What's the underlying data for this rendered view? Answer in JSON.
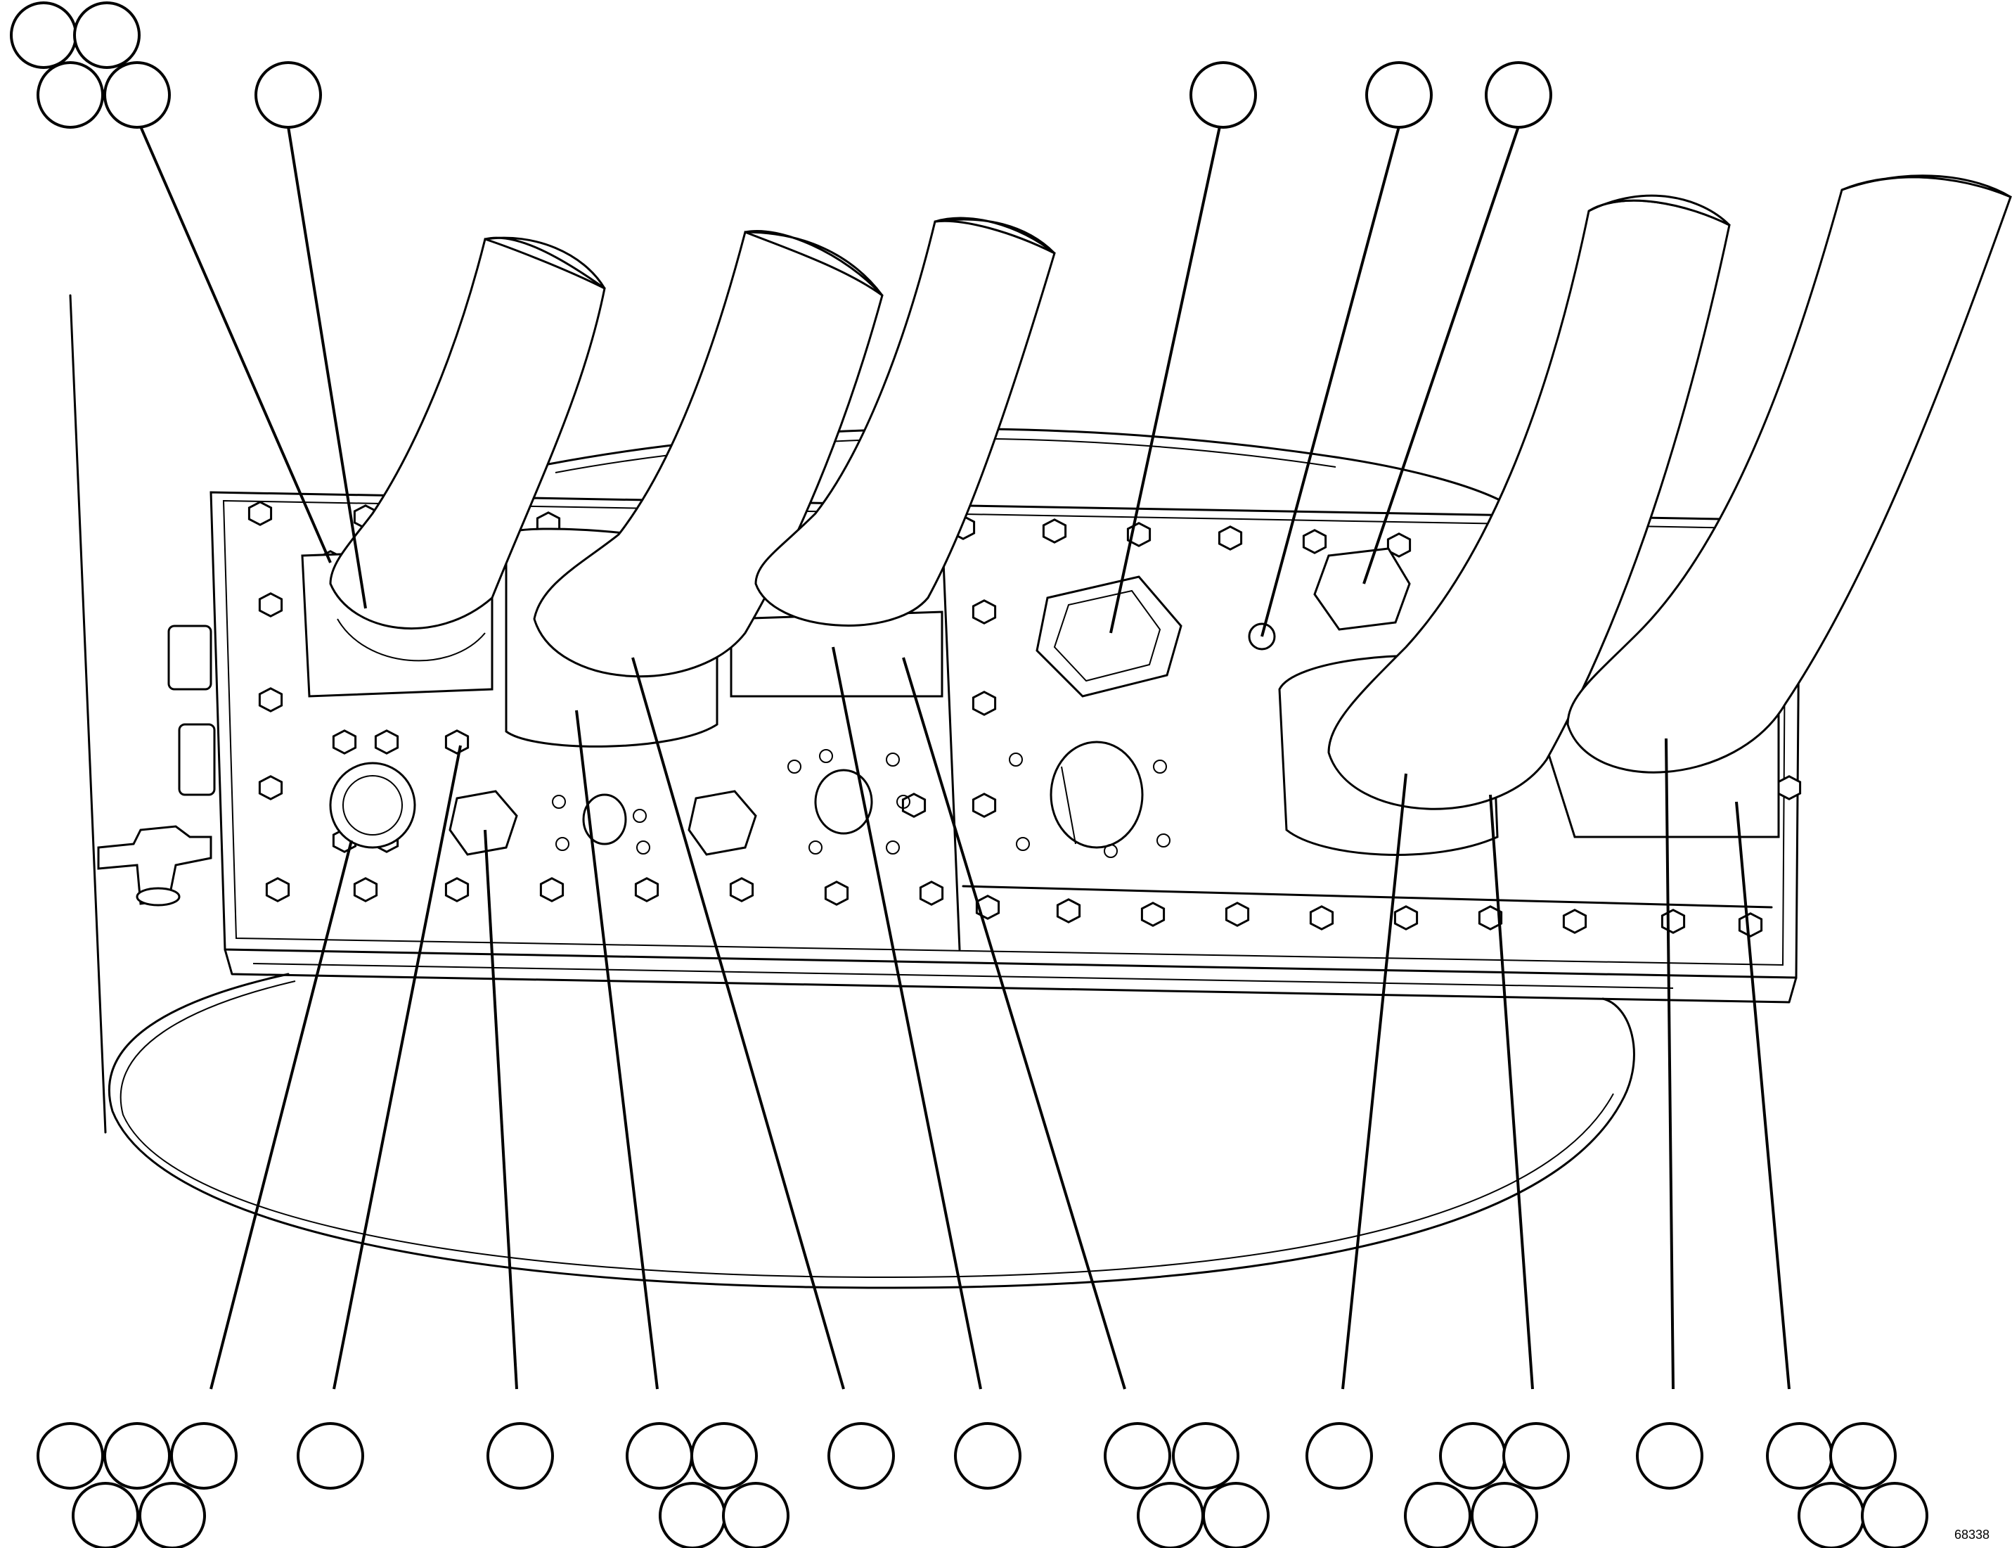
{
  "figure": {
    "figure_number": "68338"
  },
  "callouts": {
    "top_left_cluster": 4,
    "top_single_count": 4,
    "bottom_cluster_sizes": [
      5,
      1,
      1,
      4,
      1,
      1,
      4,
      1,
      4,
      1,
      4
    ]
  }
}
